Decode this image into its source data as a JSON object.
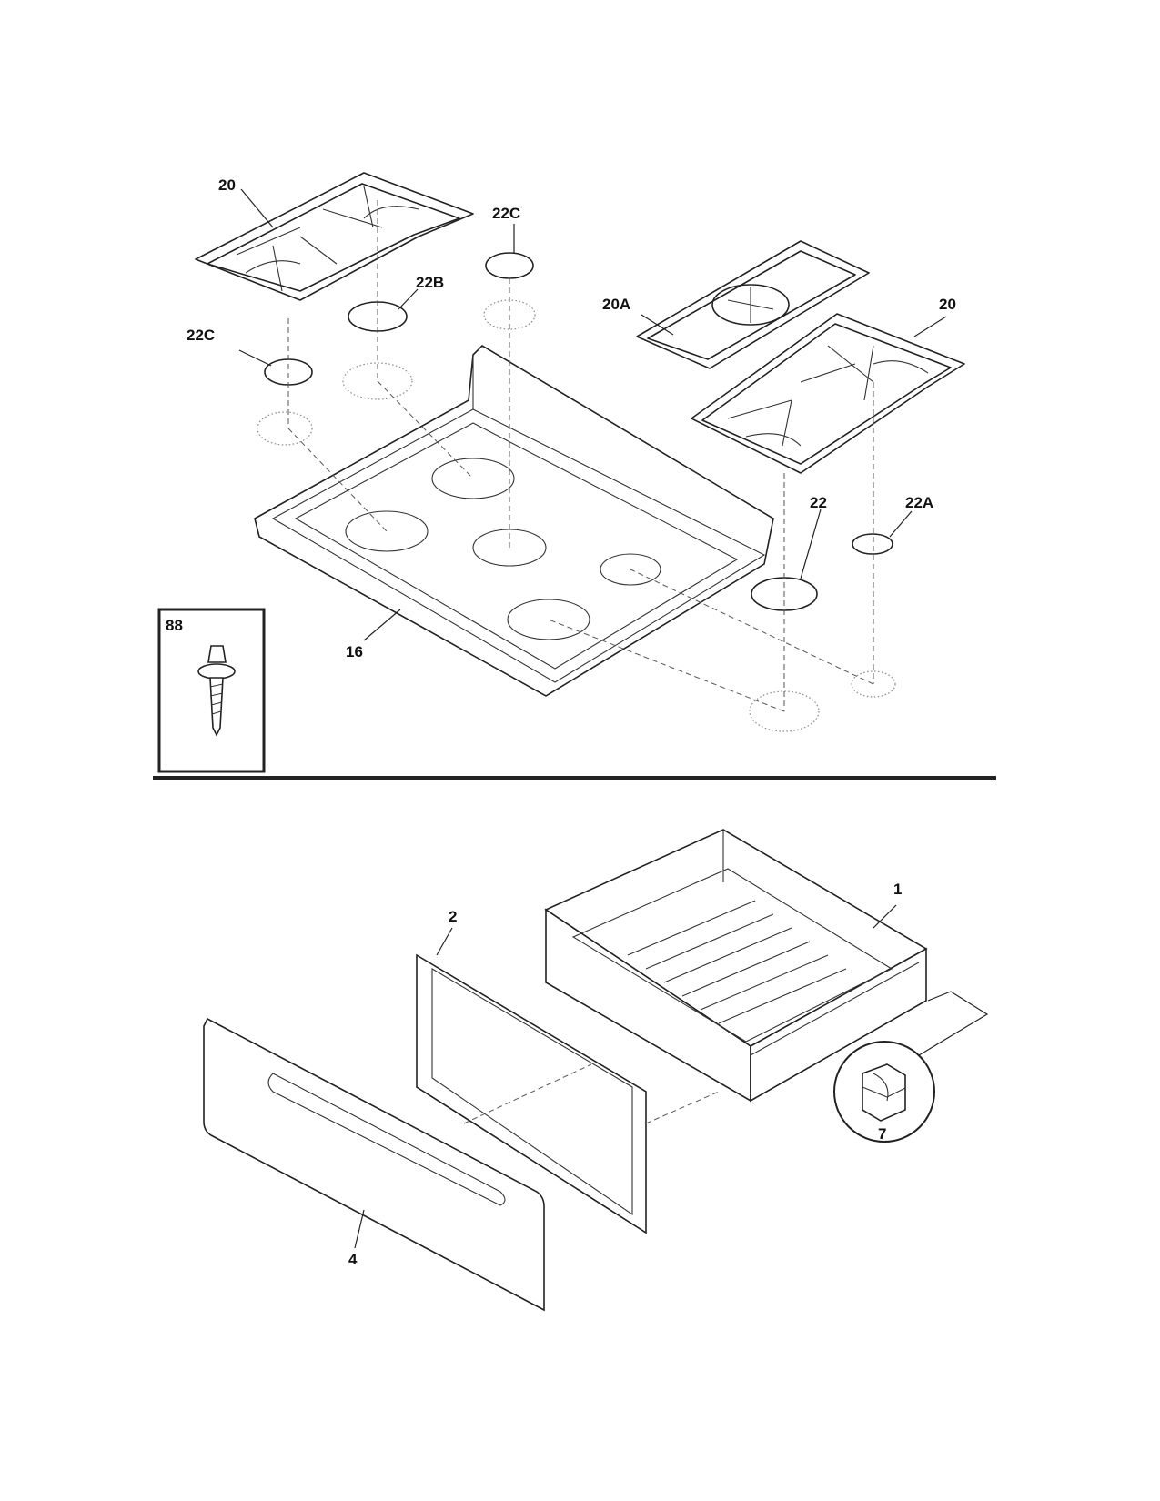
{
  "callouts": {
    "grate_left": "20",
    "grate_right": "20",
    "grate_center": "20A",
    "cap_left_small": "22C",
    "cap_back_small": "22C",
    "cap_left_medium": "22B",
    "cap_right_large": "22",
    "cap_right_small": "22A",
    "cooktop": "16",
    "screw": "88",
    "drawer_body": "1",
    "drawer_liner": "2",
    "drawer_front": "4",
    "clip": "7"
  }
}
